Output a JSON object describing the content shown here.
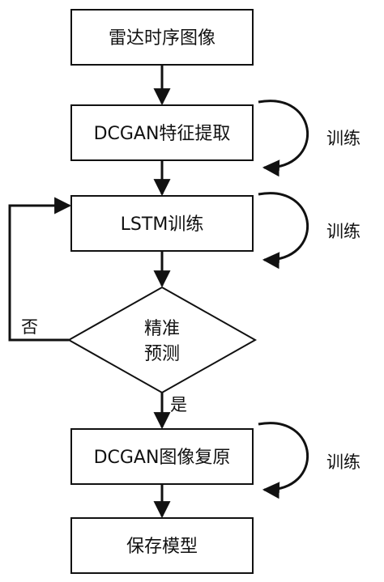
{
  "colors": {
    "stroke": "#111111",
    "box_fill": "#ffffff",
    "text": "#111111"
  },
  "nodes": {
    "radar_images": "雷达时序图像",
    "dcgan_feature": "DCGAN特征提取",
    "lstm_train": "LSTM训练",
    "decision_line1": "精准",
    "decision_line2": "预测",
    "dcgan_restore": "DCGAN图像复原",
    "save_model": "保存模型"
  },
  "labels": {
    "train_loop_1": "训练",
    "train_loop_2": "训练",
    "train_loop_3": "训练",
    "no": "否",
    "yes": "是"
  }
}
